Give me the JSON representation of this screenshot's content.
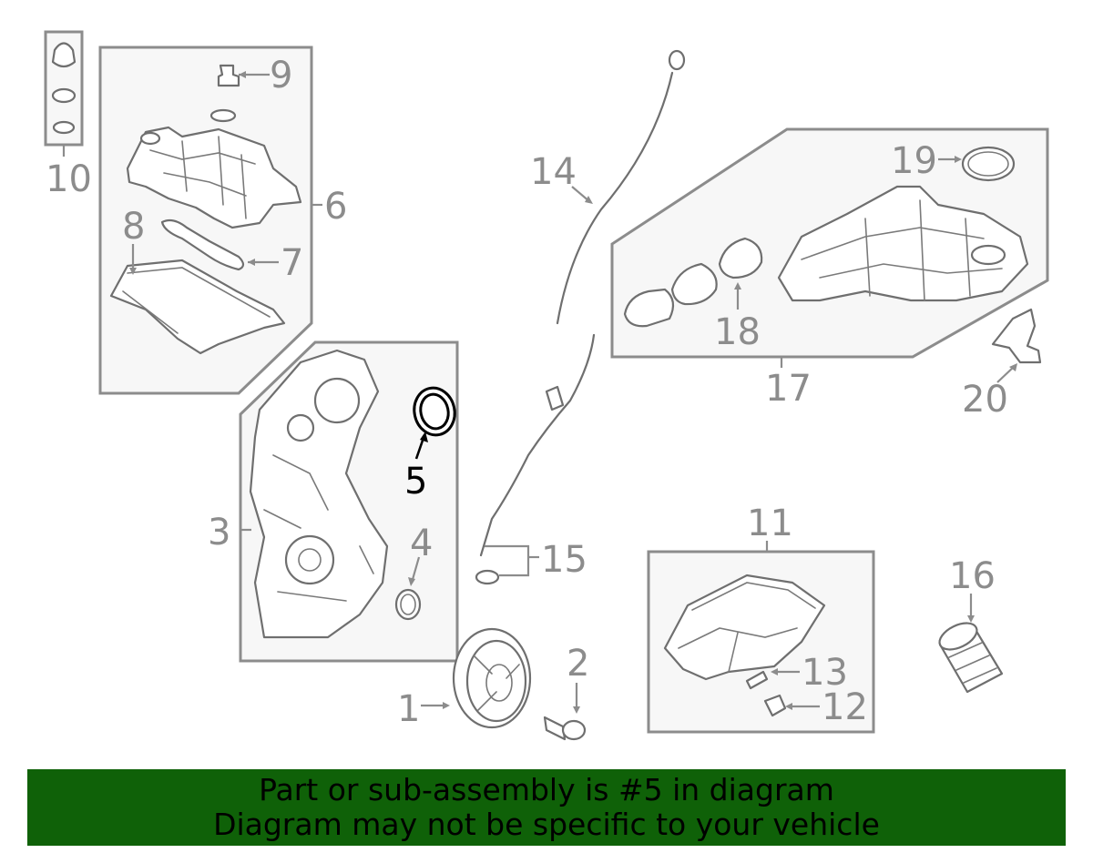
{
  "colors": {
    "banner_bg": "#0f6108",
    "banner_text": "#000000",
    "outline": "#8c8c8c",
    "highlight": "#000000"
  },
  "callouts": {
    "c1": "1",
    "c2": "2",
    "c3": "3",
    "c4": "4",
    "c5": "5",
    "c6": "6",
    "c7": "7",
    "c8": "8",
    "c9": "9",
    "c10": "10",
    "c11": "11",
    "c12": "12",
    "c13": "13",
    "c14": "14",
    "c15": "15",
    "c16": "16",
    "c17": "17",
    "c18": "18",
    "c19": "19",
    "c20": "20"
  },
  "highlighted_part": "5",
  "banner": {
    "line1": "Part or sub-assembly is #5 in diagram",
    "line2": "Diagram may not be specific to your vehicle"
  }
}
